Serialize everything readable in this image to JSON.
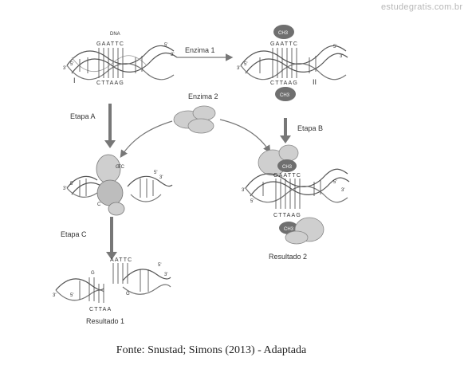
{
  "watermark": "estudegratis.com.br",
  "labels": {
    "dna": "DNA",
    "enzima1": "Enzima 1",
    "enzima2": "Enzima 2",
    "etapaA": "Etapa A",
    "etapaB": "Etapa B",
    "etapaC": "Etapa C",
    "resultado1": "Resultado 1",
    "resultado2": "Resultado 2",
    "roman1": "I",
    "roman2": "II",
    "ch3": "CH3"
  },
  "sequences": {
    "top": "GAATTC",
    "bottom": "CTTAAG",
    "r1_top": "AATTC",
    "r1_bottom": "CTTAA",
    "r1_g": "G"
  },
  "ends": {
    "three": "3'",
    "five": "5'"
  },
  "caption": "Fonte: Snustad; Simons (2013) - Adaptada",
  "colors": {
    "strand": "#555555",
    "enzyme1": "#6f6f6f",
    "enzyme2": "#cfcfcf",
    "arrow": "#777777"
  }
}
